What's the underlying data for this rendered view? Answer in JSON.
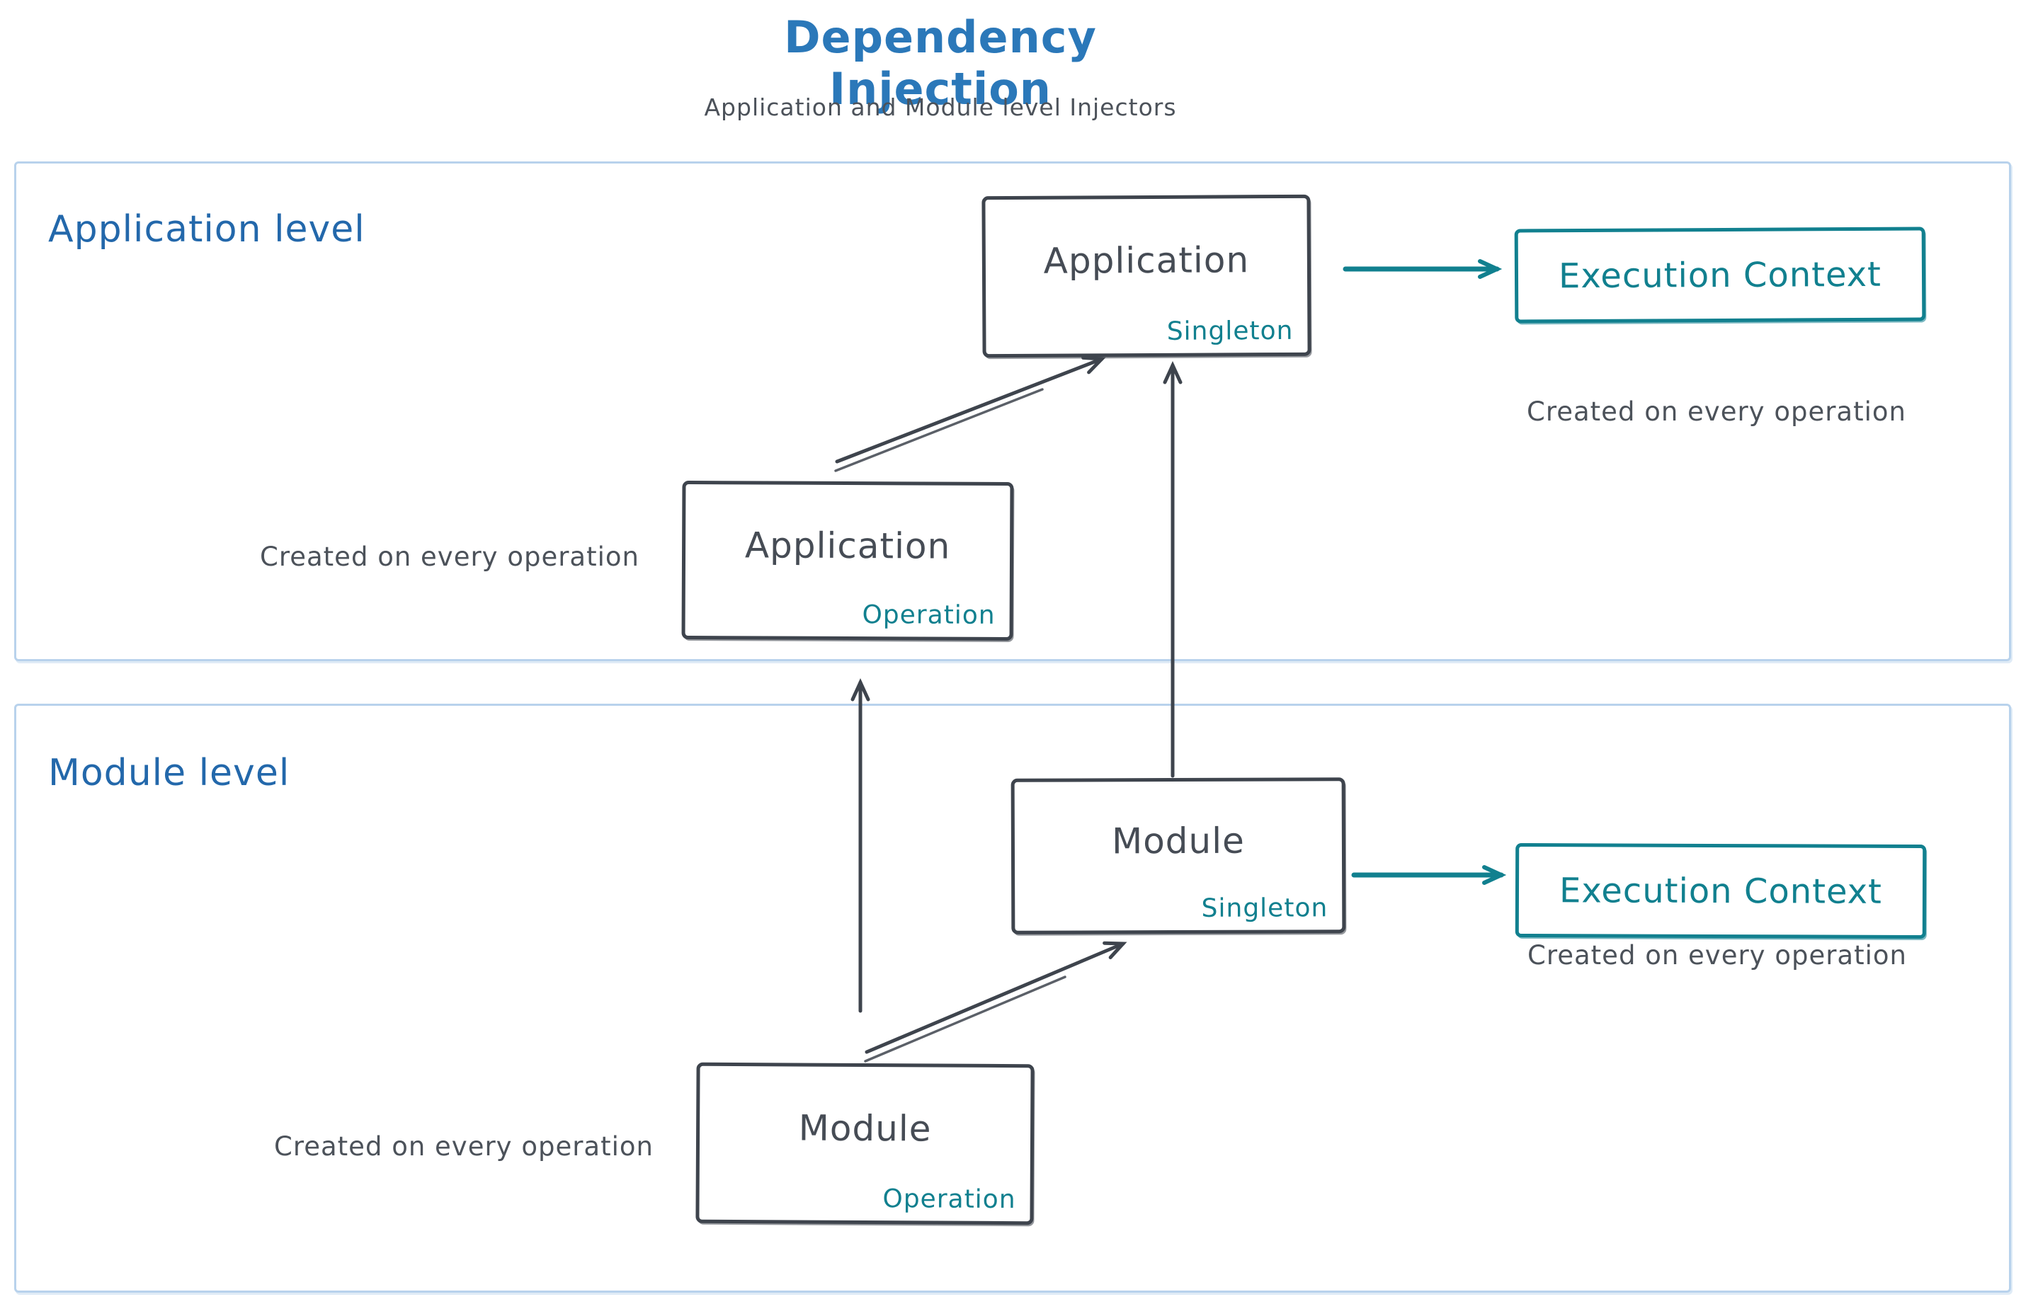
{
  "page": {
    "title": "Dependency Injection",
    "subtitle": "Application and Module level Injectors"
  },
  "colors": {
    "title_blue": "#2b78b9",
    "label_blue": "#2368ab",
    "dark_gray": "#3e444d",
    "text_gray": "#4c525a",
    "teal": "#11808f",
    "container_border_blue": "#b8d2ec",
    "background": "#ffffff"
  },
  "application_level": {
    "label": "Application level",
    "singleton_box": {
      "title": "Application",
      "tag": "Singleton"
    },
    "operation_box": {
      "title": "Application",
      "tag": "Operation"
    },
    "operation_caption": "Created on every operation",
    "execution_context": {
      "label": "Execution Context",
      "caption": "Created on every operation"
    }
  },
  "module_level": {
    "label": "Module level",
    "singleton_box": {
      "title": "Module",
      "tag": "Singleton"
    },
    "operation_box": {
      "title": "Module",
      "tag": "Operation"
    },
    "operation_caption": "Created on every operation",
    "execution_context": {
      "label": "Execution Context",
      "caption": "Created on every operation"
    }
  }
}
